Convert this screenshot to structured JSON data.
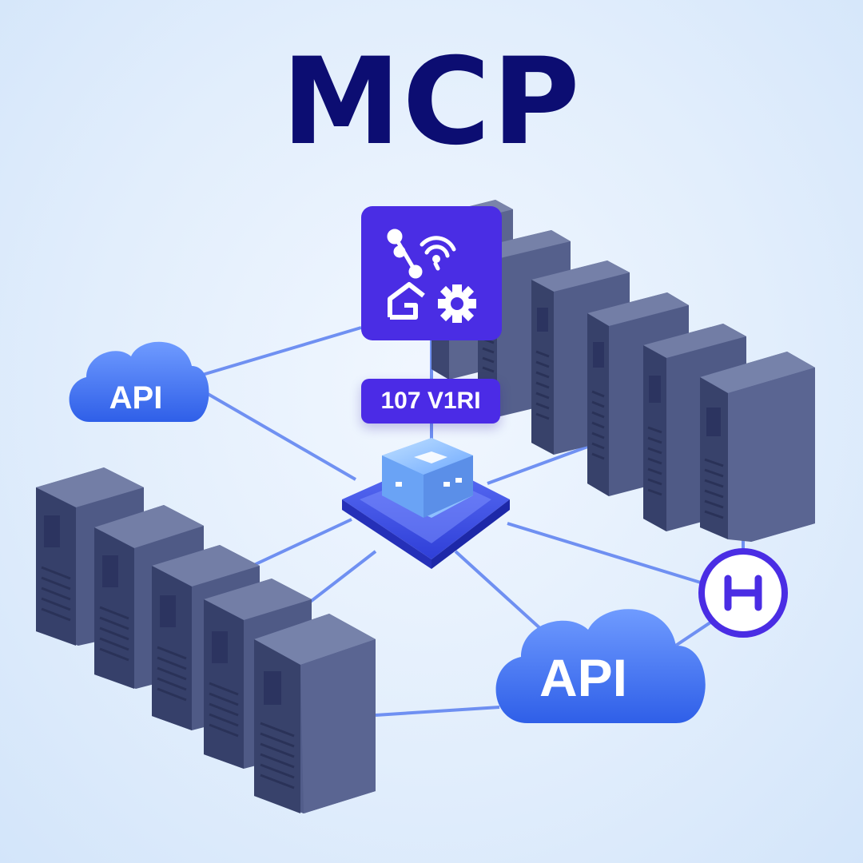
{
  "title": "MCP",
  "version_label": "107 V1RI",
  "api_clouds": [
    {
      "label": "API"
    },
    {
      "label": "API"
    }
  ],
  "icons": {
    "hub_badge": [
      "network-nodes-icon",
      "wifi-signal-icon",
      "home-icon",
      "gear-icon"
    ],
    "connector_badge": "h-letter-icon"
  },
  "colors": {
    "title": "#0c0d72",
    "accent": "#4b2be6",
    "cloud": "#3f6ff0",
    "server": "#4f5a86",
    "link": "#5a7ff0"
  }
}
